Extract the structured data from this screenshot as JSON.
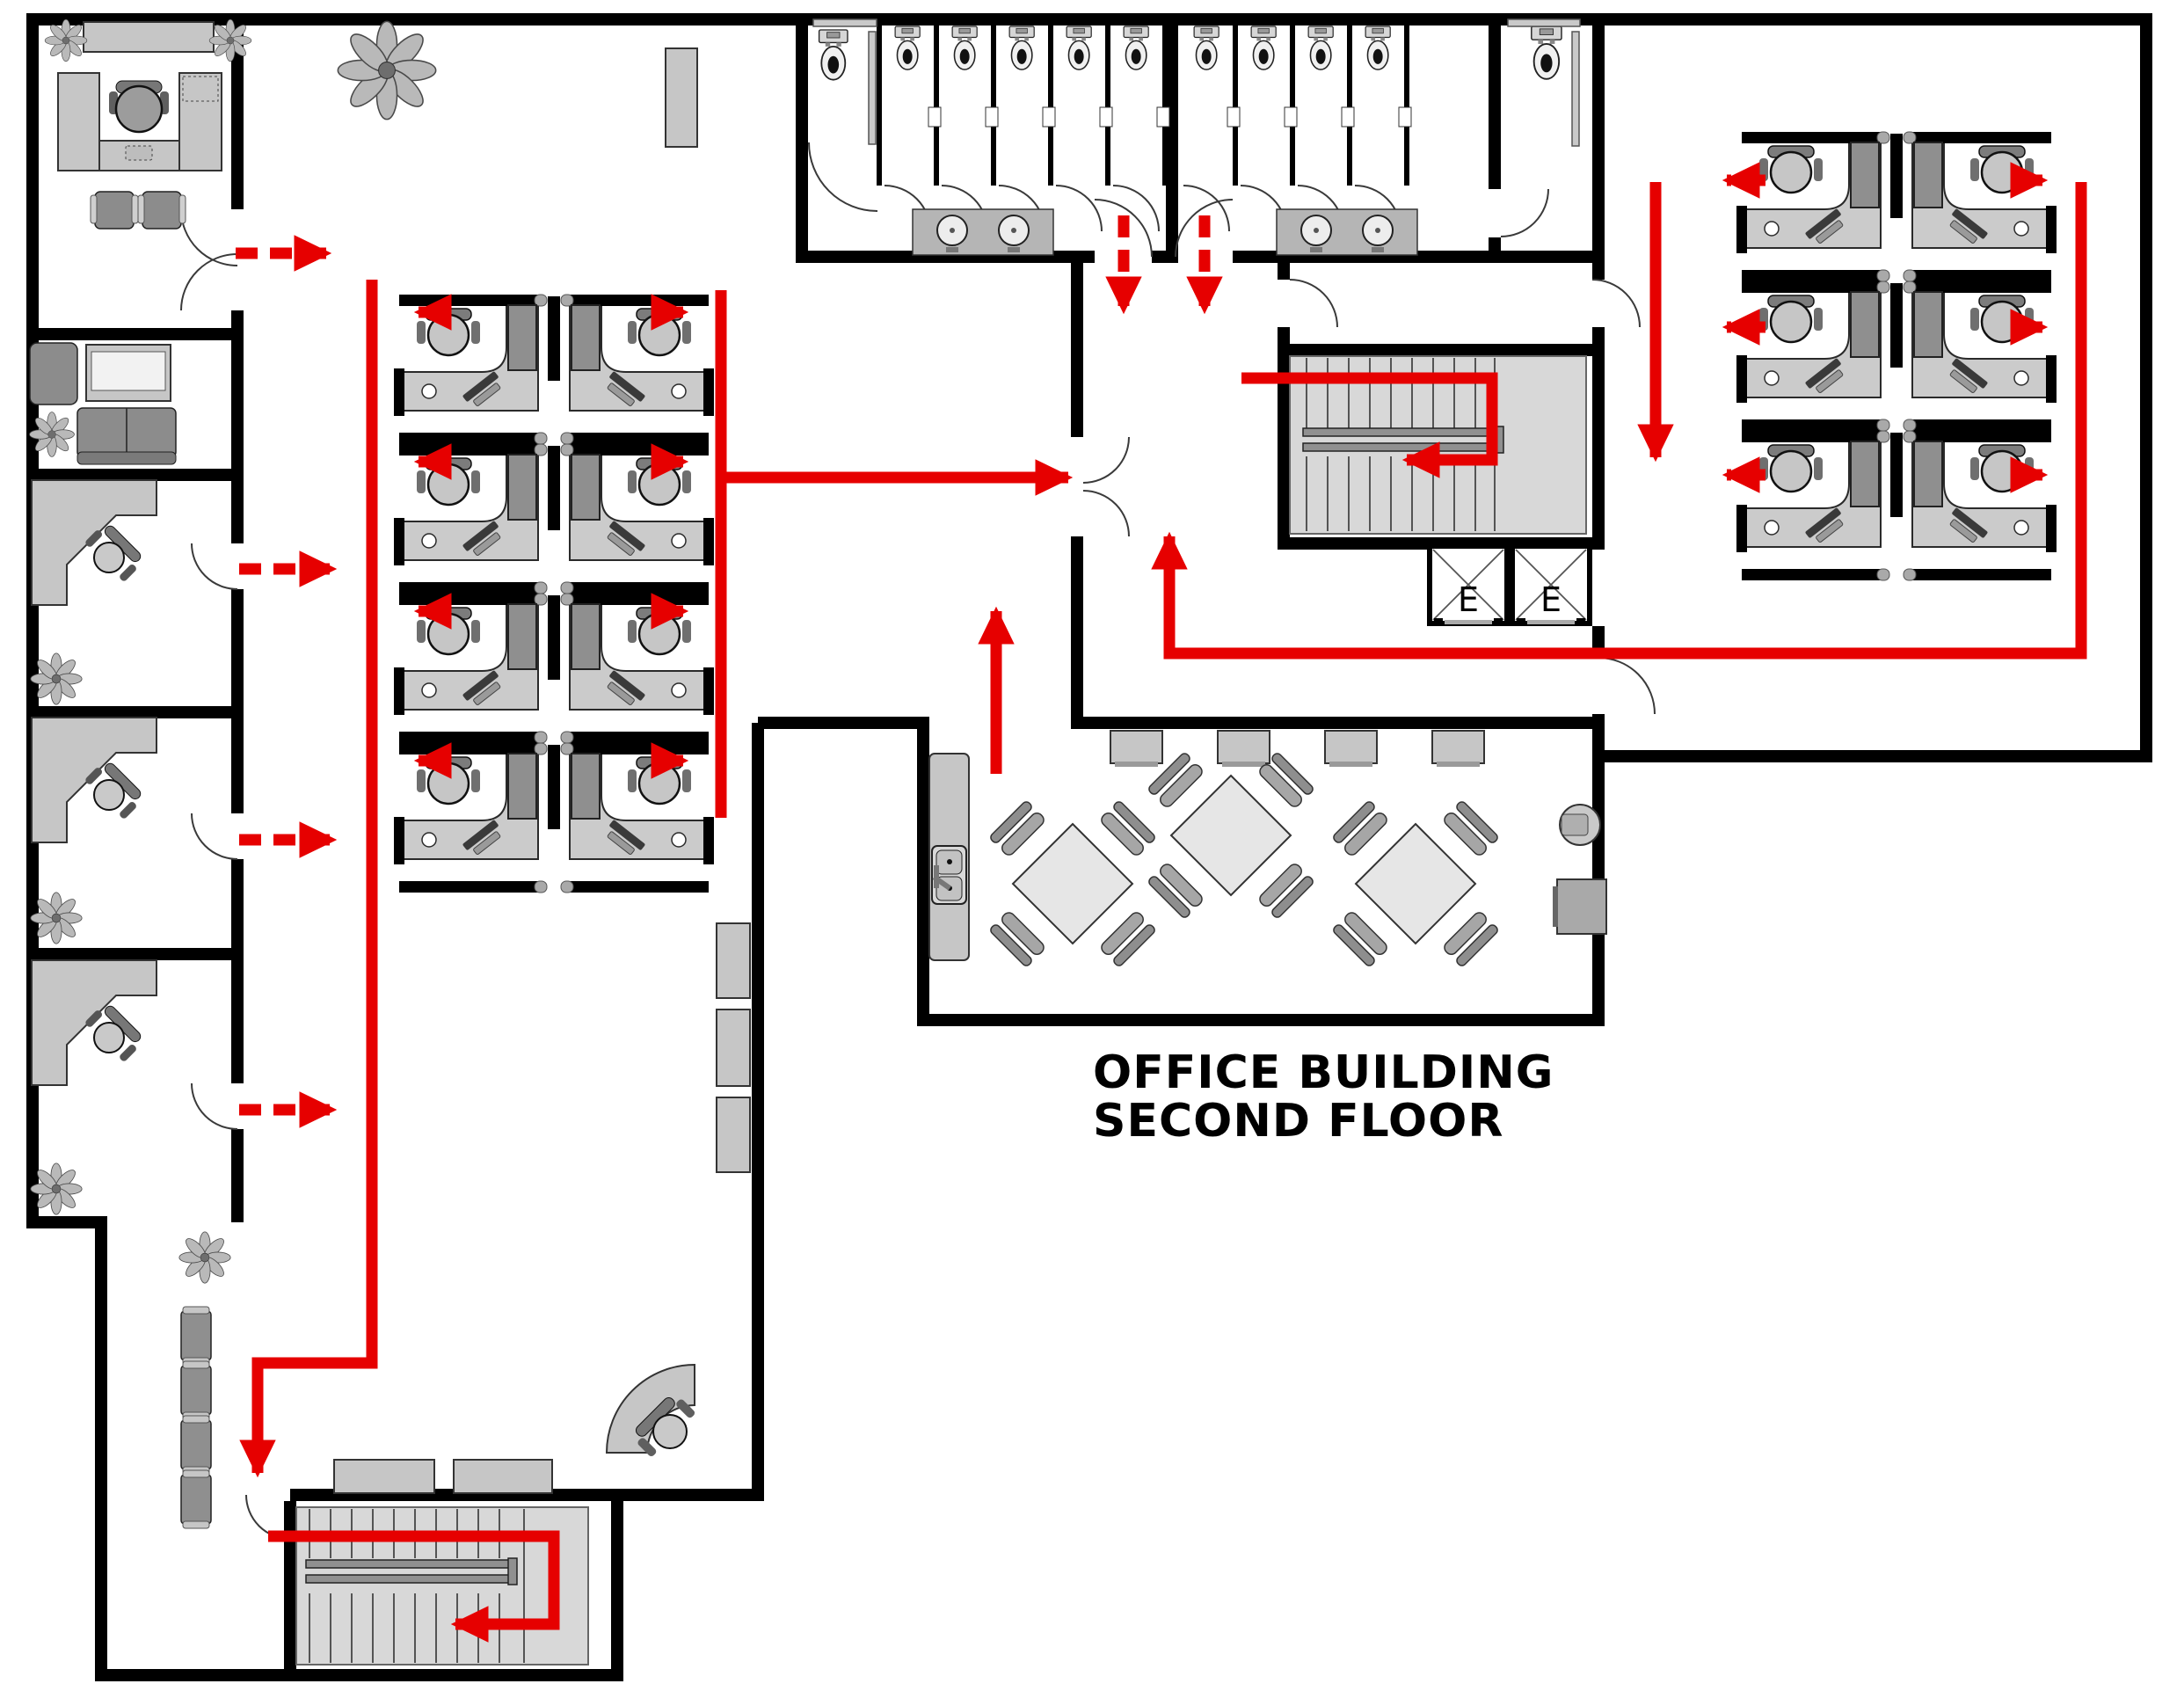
{
  "title": {
    "line1": "OFFICE BUILDING",
    "line2": "SECOND FLOOR"
  },
  "elevators": [
    {
      "label": "E"
    },
    {
      "label": "E"
    }
  ],
  "colors": {
    "route": "#E60000",
    "wall": "#000000",
    "background": "#FFFFFF",
    "furniture_light": "#C6C6C6",
    "furniture_dark": "#8C8C8C",
    "stair_fill": "#D8D8D8"
  },
  "icons": [
    "toilet-icon",
    "sink-icon",
    "plant-icon",
    "office-chair-icon",
    "cubicle-desk-icon",
    "stairs-icon",
    "elevator-icon",
    "evacuation-arrow-icon",
    "door-swing-icon",
    "sofa-icon",
    "table-icon",
    "reception-desk-icon",
    "waiting-chair-icon"
  ]
}
